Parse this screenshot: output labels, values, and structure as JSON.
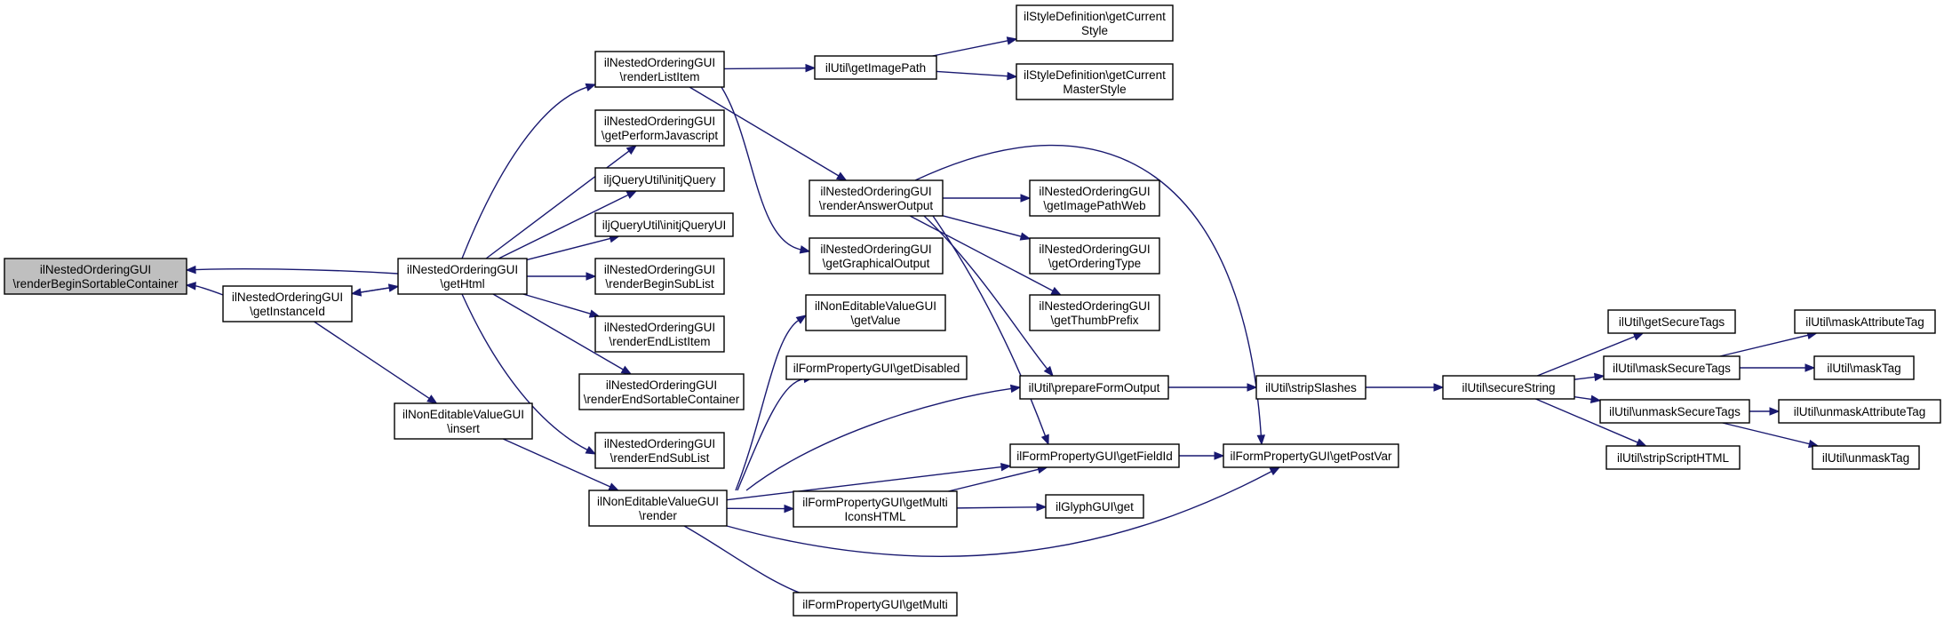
{
  "diagram": {
    "nodes": [
      {
        "id": "root",
        "lines": [
          "ilNestedOrderingGUI",
          "\\renderBeginSortableContainer"
        ],
        "root": true
      },
      {
        "id": "getInstanceId",
        "lines": [
          "ilNestedOrderingGUI",
          "\\getInstanceId"
        ]
      },
      {
        "id": "getHtml",
        "lines": [
          "ilNestedOrderingGUI",
          "\\getHtml"
        ]
      },
      {
        "id": "nevInsert",
        "lines": [
          "ilNonEditableValueGUI",
          "\\insert"
        ]
      },
      {
        "id": "renderListItem",
        "lines": [
          "ilNestedOrderingGUI",
          "\\renderListItem"
        ]
      },
      {
        "id": "getPerformJavascript",
        "lines": [
          "ilNestedOrderingGUI",
          "\\getPerformJavascript"
        ]
      },
      {
        "id": "initjQuery",
        "lines": [
          "iljQueryUtil\\initjQuery"
        ]
      },
      {
        "id": "initjQueryUI",
        "lines": [
          "iljQueryUtil\\initjQueryUI"
        ]
      },
      {
        "id": "renderBeginSubList",
        "lines": [
          "ilNestedOrderingGUI",
          "\\renderBeginSubList"
        ]
      },
      {
        "id": "renderEndListItem",
        "lines": [
          "ilNestedOrderingGUI",
          "\\renderEndListItem"
        ]
      },
      {
        "id": "renderEndSortableContainer",
        "lines": [
          "ilNestedOrderingGUI",
          "\\renderEndSortableContainer"
        ]
      },
      {
        "id": "renderEndSubList",
        "lines": [
          "ilNestedOrderingGUI",
          "\\renderEndSubList"
        ]
      },
      {
        "id": "nevRender",
        "lines": [
          "ilNonEditableValueGUI",
          "\\render"
        ]
      },
      {
        "id": "getImagePath",
        "lines": [
          "ilUtil\\getImagePath"
        ]
      },
      {
        "id": "renderAnswerOutput",
        "lines": [
          "ilNestedOrderingGUI",
          "\\renderAnswerOutput"
        ]
      },
      {
        "id": "getGraphicalOutput",
        "lines": [
          "ilNestedOrderingGUI",
          "\\getGraphicalOutput"
        ]
      },
      {
        "id": "nevGetValue",
        "lines": [
          "ilNonEditableValueGUI",
          "\\getValue"
        ]
      },
      {
        "id": "getDisabled",
        "lines": [
          "ilFormPropertyGUI\\getDisabled"
        ]
      },
      {
        "id": "getMultiIconsHTML",
        "lines": [
          "ilFormPropertyGUI\\getMulti",
          "IconsHTML"
        ]
      },
      {
        "id": "getMulti",
        "lines": [
          "ilFormPropertyGUI\\getMulti"
        ]
      },
      {
        "id": "getCurrentStyle",
        "lines": [
          "ilStyleDefinition\\getCurrent",
          "Style"
        ]
      },
      {
        "id": "getCurrentMasterStyle",
        "lines": [
          "ilStyleDefinition\\getCurrent",
          "MasterStyle"
        ]
      },
      {
        "id": "getImagePathWeb",
        "lines": [
          "ilNestedOrderingGUI",
          "\\getImagePathWeb"
        ]
      },
      {
        "id": "getOrderingType",
        "lines": [
          "ilNestedOrderingGUI",
          "\\getOrderingType"
        ]
      },
      {
        "id": "getThumbPrefix",
        "lines": [
          "ilNestedOrderingGUI",
          "\\getThumbPrefix"
        ]
      },
      {
        "id": "prepareFormOutput",
        "lines": [
          "ilUtil\\prepareFormOutput"
        ]
      },
      {
        "id": "getFieldId",
        "lines": [
          "ilFormPropertyGUI\\getFieldId"
        ]
      },
      {
        "id": "glyphGet",
        "lines": [
          "ilGlyphGUI\\get"
        ]
      },
      {
        "id": "stripSlashes",
        "lines": [
          "ilUtil\\stripSlashes"
        ]
      },
      {
        "id": "getPostVar",
        "lines": [
          "ilFormPropertyGUI\\getPostVar"
        ]
      },
      {
        "id": "secureString",
        "lines": [
          "ilUtil\\secureString"
        ]
      },
      {
        "id": "getSecureTags",
        "lines": [
          "ilUtil\\getSecureTags"
        ]
      },
      {
        "id": "maskSecureTags",
        "lines": [
          "ilUtil\\maskSecureTags"
        ]
      },
      {
        "id": "unmaskSecureTags",
        "lines": [
          "ilUtil\\unmaskSecureTags"
        ]
      },
      {
        "id": "stripScriptHTML",
        "lines": [
          "ilUtil\\stripScriptHTML"
        ]
      },
      {
        "id": "maskAttributeTag",
        "lines": [
          "ilUtil\\maskAttributeTag"
        ]
      },
      {
        "id": "maskTag",
        "lines": [
          "ilUtil\\maskTag"
        ]
      },
      {
        "id": "unmaskAttributeTag",
        "lines": [
          "ilUtil\\unmaskAttributeTag"
        ]
      },
      {
        "id": "unmaskTag",
        "lines": [
          "ilUtil\\unmaskTag"
        ]
      }
    ],
    "edges": [
      {
        "from": "getInstanceId",
        "to": "root"
      },
      {
        "from": "getHtml",
        "to": "root"
      },
      {
        "from": "getInstanceId",
        "to": "getHtml"
      },
      {
        "from": "getHtml",
        "to": "getInstanceId"
      },
      {
        "from": "getInstanceId",
        "to": "nevInsert"
      },
      {
        "from": "getHtml",
        "to": "renderListItem"
      },
      {
        "from": "getHtml",
        "to": "getPerformJavascript"
      },
      {
        "from": "getHtml",
        "to": "initjQuery"
      },
      {
        "from": "getHtml",
        "to": "initjQueryUI"
      },
      {
        "from": "getHtml",
        "to": "renderBeginSubList"
      },
      {
        "from": "getHtml",
        "to": "renderEndListItem"
      },
      {
        "from": "getHtml",
        "to": "renderEndSortableContainer"
      },
      {
        "from": "getHtml",
        "to": "renderEndSubList"
      },
      {
        "from": "nevInsert",
        "to": "nevRender"
      },
      {
        "from": "renderListItem",
        "to": "getImagePath"
      },
      {
        "from": "renderListItem",
        "to": "renderAnswerOutput"
      },
      {
        "from": "renderListItem",
        "to": "getGraphicalOutput"
      },
      {
        "from": "getImagePath",
        "to": "getCurrentStyle"
      },
      {
        "from": "getImagePath",
        "to": "getCurrentMasterStyle"
      },
      {
        "from": "renderAnswerOutput",
        "to": "getImagePathWeb"
      },
      {
        "from": "renderAnswerOutput",
        "to": "getOrderingType"
      },
      {
        "from": "renderAnswerOutput",
        "to": "getThumbPrefix"
      },
      {
        "from": "renderAnswerOutput",
        "to": "prepareFormOutput"
      },
      {
        "from": "renderAnswerOutput",
        "to": "getFieldId"
      },
      {
        "from": "renderAnswerOutput",
        "to": "getPostVar"
      },
      {
        "from": "nevRender",
        "to": "nevGetValue"
      },
      {
        "from": "nevRender",
        "to": "getDisabled"
      },
      {
        "from": "nevRender",
        "to": "prepareFormOutput"
      },
      {
        "from": "nevRender",
        "to": "getFieldId"
      },
      {
        "from": "nevRender",
        "to": "getMultiIconsHTML"
      },
      {
        "from": "nevRender",
        "to": "getPostVar"
      },
      {
        "from": "nevRender",
        "to": "getMulti"
      },
      {
        "from": "getMultiIconsHTML",
        "to": "getFieldId"
      },
      {
        "from": "getMultiIconsHTML",
        "to": "glyphGet"
      },
      {
        "from": "prepareFormOutput",
        "to": "stripSlashes"
      },
      {
        "from": "getFieldId",
        "to": "getPostVar"
      },
      {
        "from": "stripSlashes",
        "to": "secureString"
      },
      {
        "from": "secureString",
        "to": "getSecureTags"
      },
      {
        "from": "secureString",
        "to": "maskSecureTags"
      },
      {
        "from": "secureString",
        "to": "unmaskSecureTags"
      },
      {
        "from": "secureString",
        "to": "stripScriptHTML"
      },
      {
        "from": "maskSecureTags",
        "to": "maskAttributeTag"
      },
      {
        "from": "maskSecureTags",
        "to": "maskTag"
      },
      {
        "from": "unmaskSecureTags",
        "to": "unmaskAttributeTag"
      },
      {
        "from": "unmaskSecureTags",
        "to": "unmaskTag"
      }
    ]
  }
}
